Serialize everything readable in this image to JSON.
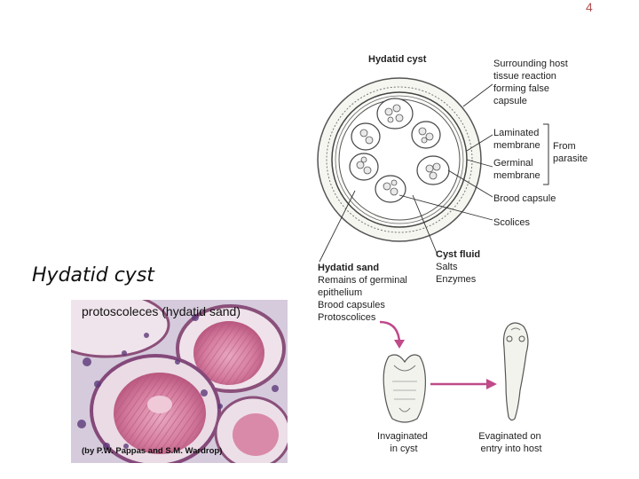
{
  "slide": {
    "title": "Hydatid cyst",
    "corner_mark": "4"
  },
  "photo": {
    "title": "protoscoleces (hydatid sand)",
    "credit": "(by P.W. Pappas and S.M. Wardrop)"
  },
  "diagram": {
    "heading": "Hydatid cyst",
    "host_capsule": [
      "Surrounding host",
      "tissue reaction",
      "forming false",
      "capsule"
    ],
    "laminated": [
      "Laminated",
      "membrane"
    ],
    "germinal": [
      "Germinal",
      "membrane"
    ],
    "from_parasite": [
      "From",
      "parasite"
    ],
    "brood_capsule": "Brood capsule",
    "scolices": "Scolices",
    "cyst_fluid": [
      "Cyst fluid",
      "Salts",
      "Enzymes"
    ],
    "hydatid_sand": [
      "Hydatid sand",
      "Remains of germinal",
      "epithelium",
      "Brood capsules",
      "Protoscolices"
    ],
    "invaginated": [
      "Invaginated",
      "in cyst"
    ],
    "evaginated": [
      "Evaginated on",
      "entry into host"
    ]
  },
  "colors": {
    "arrow": "#c04a8a",
    "tissue_pink": "#d9789b",
    "tissue_light": "#eed5e0",
    "line_dark": "#333333"
  }
}
